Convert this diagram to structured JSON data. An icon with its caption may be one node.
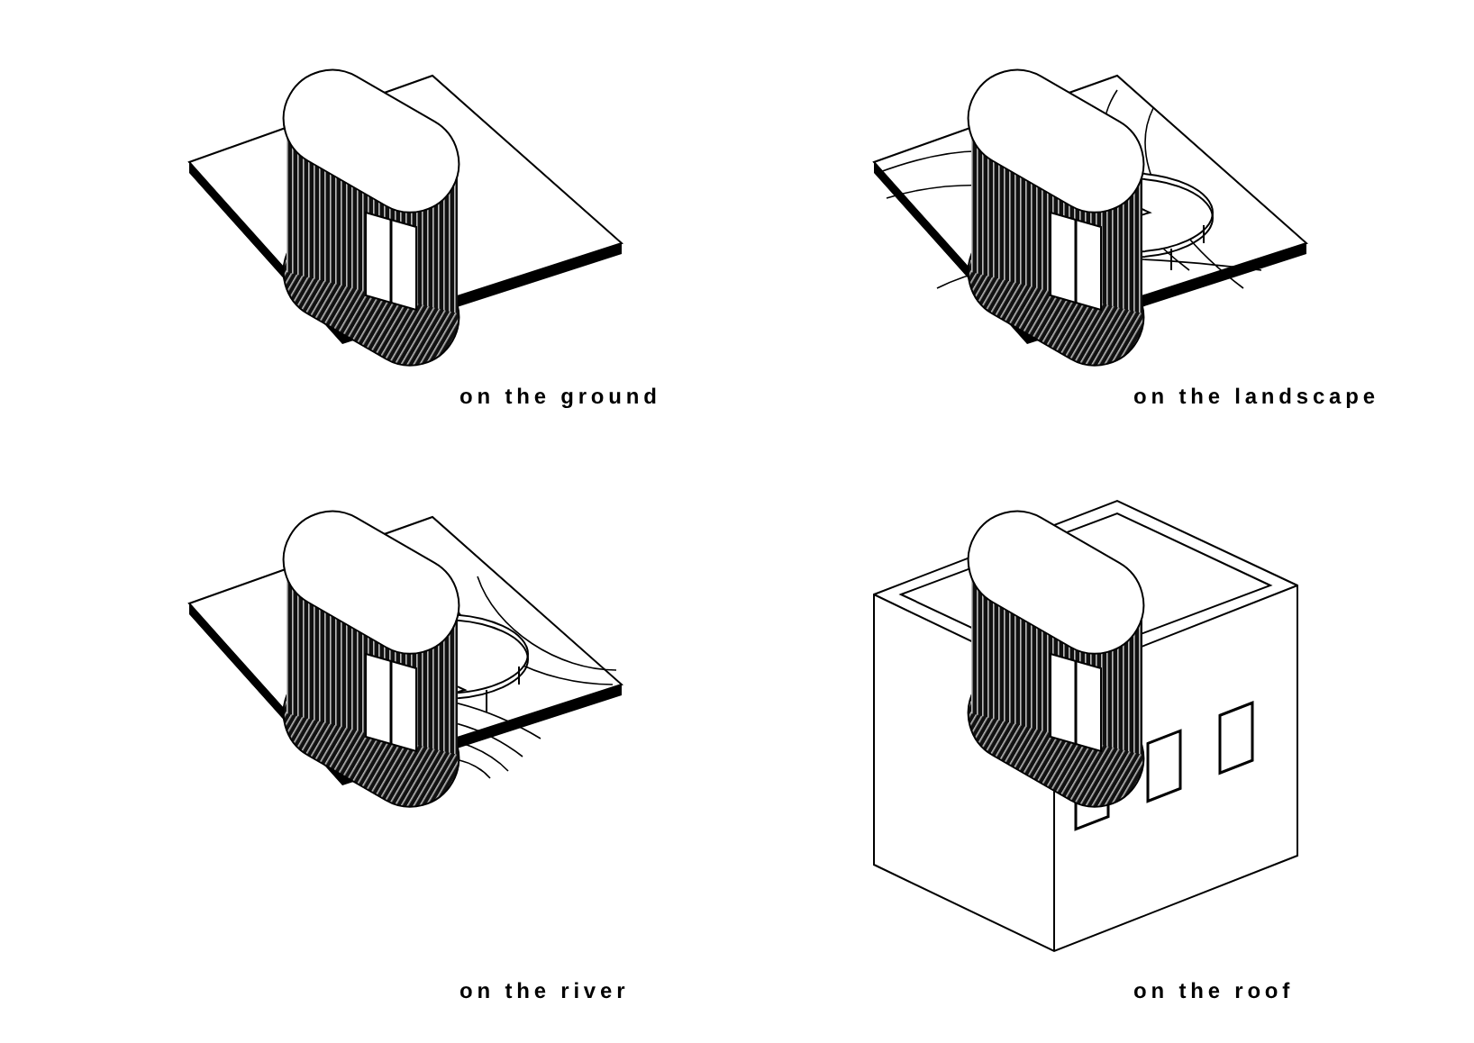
{
  "diagram": {
    "labels": [
      "on the ground",
      "on the landscape",
      "on the river",
      "on the roof"
    ]
  }
}
